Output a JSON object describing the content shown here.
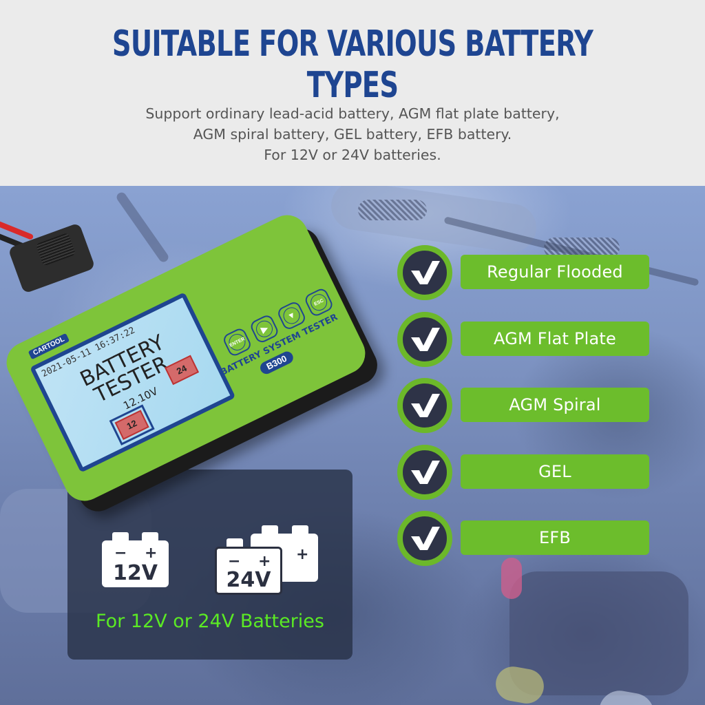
{
  "header": {
    "title": "SUITABLE FOR VARIOUS BATTERY TYPES",
    "subtitle_lines": [
      "Support ordinary lead-acid battery, AGM flat plate battery,",
      "AGM spiral battery, GEL battery, EFB battery.",
      "For 12V or 24V batteries."
    ]
  },
  "device": {
    "brand": "CARTOOL",
    "screen": {
      "datetime": "2021-05-11  16:37:22",
      "title_line1": "BATTERY",
      "title_line2": "TESTER",
      "voltage": "12.10V",
      "battery_12": "12",
      "battery_24": "24"
    },
    "keys": [
      "ENTER",
      "▶",
      "▼",
      "ESC"
    ],
    "model_label": "BATTERY SYSTEM TESTER",
    "model_number": "B300"
  },
  "battery_types": {
    "icon": "check-icon",
    "items": [
      {
        "label": "Regular Flooded"
      },
      {
        "label": "AGM Flat Plate"
      },
      {
        "label": "AGM Spiral"
      },
      {
        "label": "GEL"
      },
      {
        "label": "EFB"
      }
    ]
  },
  "voltage_panel": {
    "battery_12v_label": "12V",
    "battery_24v_label": "24V",
    "minus": "−",
    "plus": "+",
    "caption": "For 12V or 24V Batteries"
  },
  "colors": {
    "title_blue": "#1e4591",
    "pill_green": "#6cbd2c",
    "check_ring_green": "#6cb82a",
    "check_fill_dark": "#2e3347",
    "caption_green": "#5bea24",
    "device_green": "#7ec43a"
  }
}
